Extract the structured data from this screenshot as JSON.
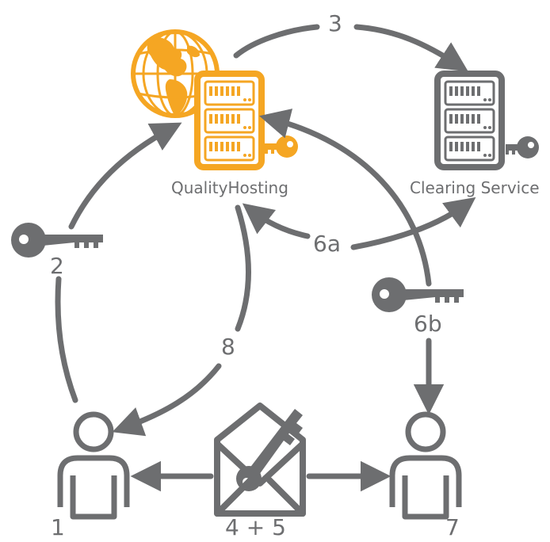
{
  "colors": {
    "gray": "#6d6e70",
    "orange": "#f5a623",
    "white": "#ffffff"
  },
  "nodes": {
    "quality_hosting": {
      "label": "QualityHosting",
      "icons": [
        "globe-icon",
        "server-icon",
        "key-icon"
      ]
    },
    "clearing_service": {
      "label": "Clearing Service",
      "icons": [
        "server-icon",
        "key-icon"
      ]
    },
    "user_1": {
      "label": "1",
      "icons": [
        "user-icon"
      ]
    },
    "user_7": {
      "label": "7",
      "icons": [
        "user-icon"
      ]
    },
    "envelope": {
      "label": "4 + 5",
      "icons": [
        "envelope-icon",
        "key-icon"
      ]
    }
  },
  "steps": {
    "s2": "2",
    "s3": "3",
    "s6a": "6a",
    "s6b": "6b",
    "s8": "8"
  }
}
